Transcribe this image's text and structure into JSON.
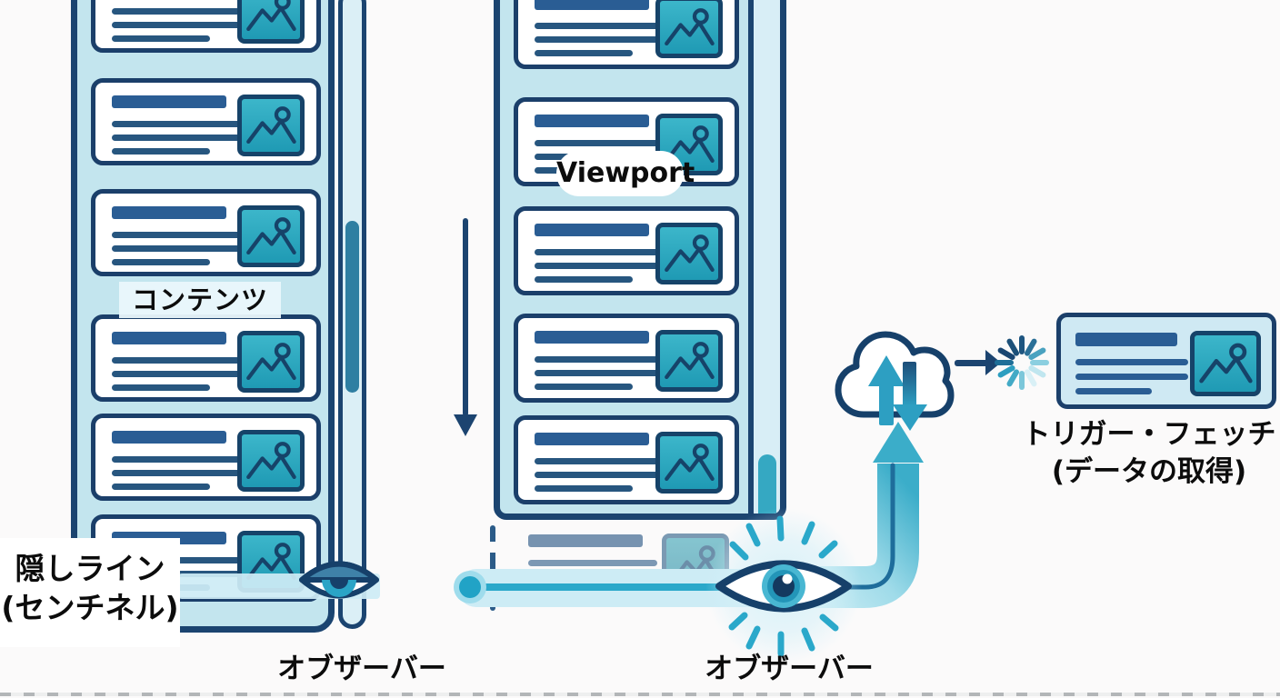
{
  "labels": {
    "content": "コンテンツ",
    "viewport": "Viewport",
    "hidden_line_1": "隠しライン",
    "hidden_line_2": "(センチネル)",
    "observer_left": "オブザーバー",
    "observer_right": "オブザーバー",
    "trigger_fetch_1": "トリガー・フェッチ",
    "trigger_fetch_2": "(データの取得)"
  },
  "colors": {
    "background": "#fbfafa",
    "navy_outline": "#1b4470",
    "card_text_line": "#27567f",
    "card_title_bar": "#2a5d94",
    "panel_blue": "#c3e5ee",
    "image_teal": "#25a2bd",
    "accent_teal": "#2aa8ca",
    "sentinel_band": "#cdecf5",
    "scroll_thumb": "#2f7fa2",
    "fetched_card_bg": "#cfe9f3",
    "label_text": "#0c0c0c"
  },
  "icons": {
    "eye_left": "half-lidded-observer-eye",
    "eye_right": "glowing-observer-eye-with-rays",
    "cloud": "cloud-sync",
    "upload_arrow": "up-arrow",
    "download_arrow": "down-arrow",
    "spinner": "loading-spinner",
    "right_arrow": "arrow-right",
    "scroll_arrow": "scroll-down-arrow",
    "image_placeholder": "photo-placeholder"
  }
}
